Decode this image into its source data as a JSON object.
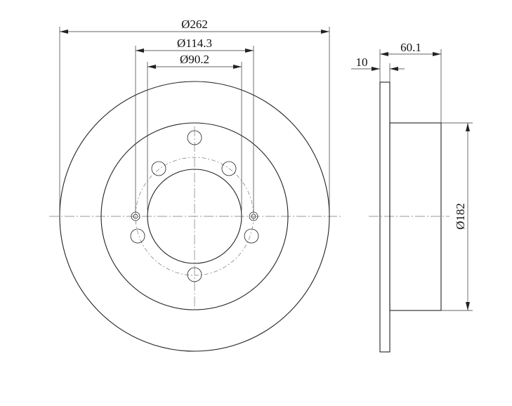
{
  "dimensions": {
    "outer_diameter": "Ø262",
    "bolt_circle_diameter": "Ø114.3",
    "center_bore_diameter": "Ø90.2",
    "disc_thickness": "10",
    "overall_height": "60.1",
    "hat_diameter": "Ø182"
  },
  "colors": {
    "line": "#222222",
    "centerline": "#777777",
    "background": "#ffffff"
  }
}
